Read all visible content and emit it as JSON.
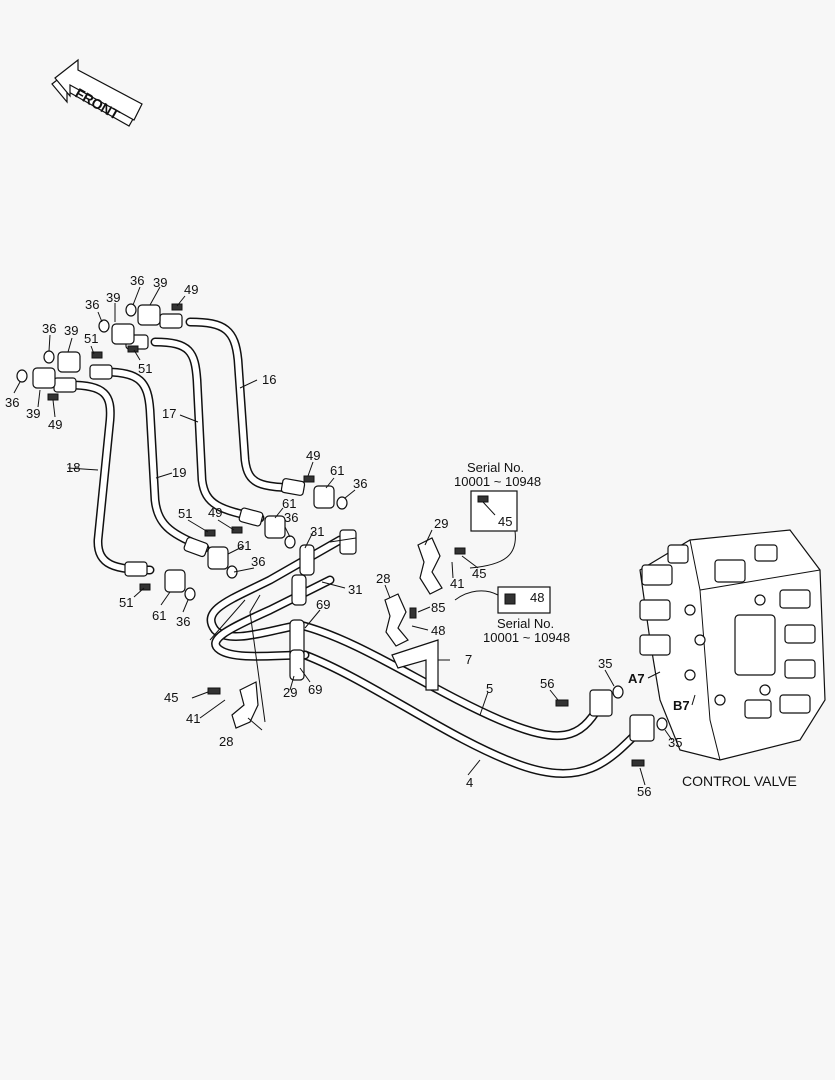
{
  "front_arrow": {
    "label": "FRONT"
  },
  "caption": "CONTROL VALVE",
  "port_labels": [
    "A7",
    "B7"
  ],
  "inset_top": {
    "serial_label": "Serial No.",
    "serial_range": "10001 ~ 10948",
    "part": "45"
  },
  "inset_mid": {
    "serial_label": "Serial No.",
    "serial_range": "10001 ~ 10948",
    "part": "48"
  },
  "callouts": [
    "36",
    "39",
    "49",
    "36",
    "39",
    "51",
    "36",
    "39",
    "51",
    "36",
    "39",
    "49",
    "16",
    "17",
    "18",
    "19",
    "49",
    "61",
    "36",
    "61",
    "36",
    "51",
    "49",
    "61",
    "36",
    "51",
    "61",
    "36",
    "31",
    "31",
    "69",
    "69",
    "29",
    "29",
    "28",
    "28",
    "41",
    "41",
    "45",
    "45",
    "85",
    "48",
    "7",
    "5",
    "4",
    "56",
    "56",
    "35",
    "35"
  ]
}
